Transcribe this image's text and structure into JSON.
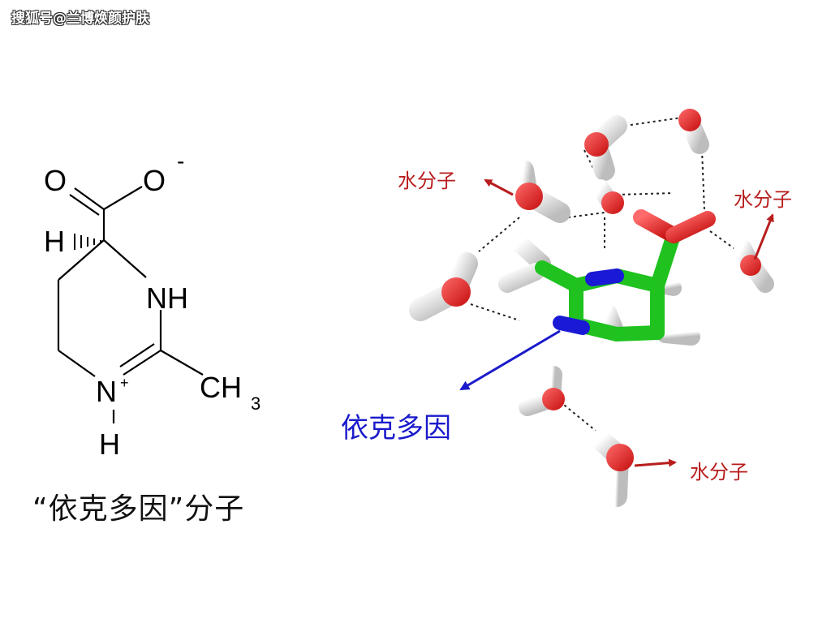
{
  "watermark": "搜狐号@兰博焕颜护肤",
  "caption": "“依克多因”分子",
  "labels": {
    "water_1": "水分子",
    "water_2": "水分子",
    "water_3": "水分子",
    "ectoine": "依克多因"
  },
  "structure": {
    "o_left": "O",
    "o_right": "O",
    "o_charge": "-",
    "h_chiral": "H",
    "nh_top_n": "NH",
    "n_bottom": "N",
    "n_charge": "+",
    "h_bottom": "H",
    "methyl": "CH",
    "methyl_sub": "3"
  },
  "colors": {
    "label_red": "#b81d1d",
    "label_blue": "#1a1acc",
    "carbon": "#1fc21f",
    "nitrogen": "#1a1ad6",
    "oxygen": "#e01818",
    "hydrogen": "#f2f2f2"
  }
}
